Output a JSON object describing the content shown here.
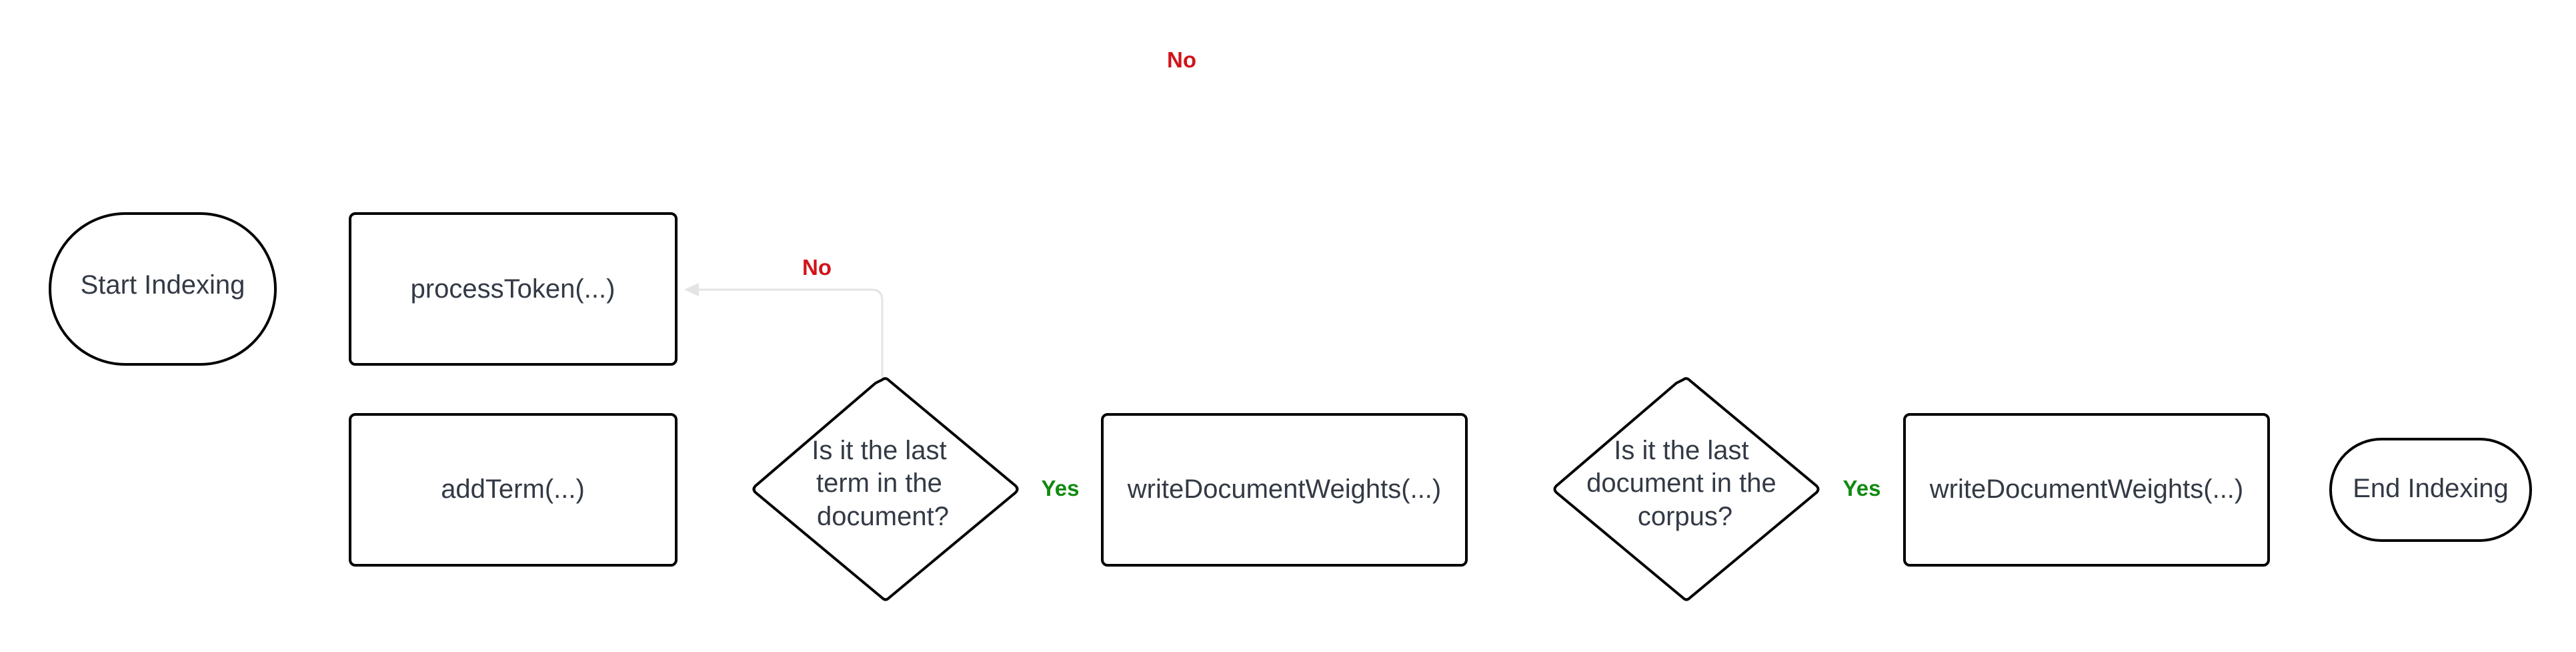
{
  "diagram": {
    "nodes": {
      "start": {
        "label": "Start Indexing"
      },
      "process_token": {
        "label": "processToken(...)"
      },
      "add_term": {
        "label": "addTerm(...)"
      },
      "decision_last_term": {
        "lines": [
          "Is it the last",
          "term in the",
          "document?"
        ]
      },
      "write_weights_1": {
        "label": "writeDocumentWeights(...)"
      },
      "decision_last_document": {
        "lines": [
          "Is it the last",
          "document in the",
          "corpus?"
        ]
      },
      "write_weights_2": {
        "label": "writeDocumentWeights(...)"
      },
      "end": {
        "label": "End Indexing"
      }
    },
    "edge_labels": {
      "top_no": "No",
      "term_no": "No",
      "term_yes": "Yes",
      "doc_yes": "Yes"
    },
    "colors": {
      "no": "#d0141a",
      "yes": "#118a11",
      "text": "#333a45",
      "outline": "#000000",
      "connector": "#e4e4e4"
    }
  }
}
